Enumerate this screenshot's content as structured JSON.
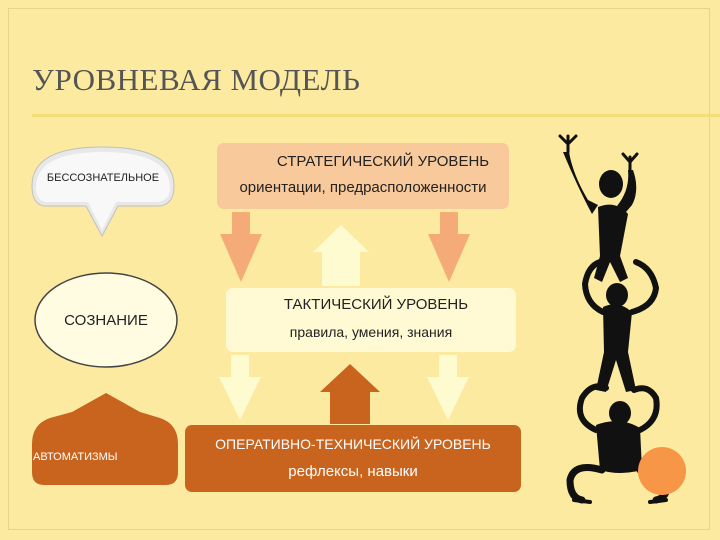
{
  "slide": {
    "title": "УРОВНЕВАЯ МОДЕЛЬ"
  },
  "left_shapes": {
    "unconscious": "БЕССОЗНАТЕЛЬНОЕ",
    "consciousness": "СОЗНАНИЕ",
    "automatisms": "АВТОМАТИЗМЫ"
  },
  "levels": {
    "strategic": {
      "title": "СТРАТЕГИЧЕСКИЙ УРОВЕНЬ",
      "detail": "ориентации, предрасположенности"
    },
    "tactical": {
      "title": "ТАКТИЧЕСКИЙ УРОВЕНЬ",
      "detail": "правила, умения, знания"
    },
    "operational": {
      "title": "ОПЕРАТИВНО-ТЕХНИЧЕСКИЙ УРОВЕНЬ",
      "detail": "рефлексы, навыки"
    }
  },
  "colors": {
    "background": "#fbeaa0",
    "strategic": "#f8c99a",
    "tactical": "#fffad4",
    "operational": "#c8641e",
    "figures": "#111111",
    "accent_circle": "#f79646"
  }
}
